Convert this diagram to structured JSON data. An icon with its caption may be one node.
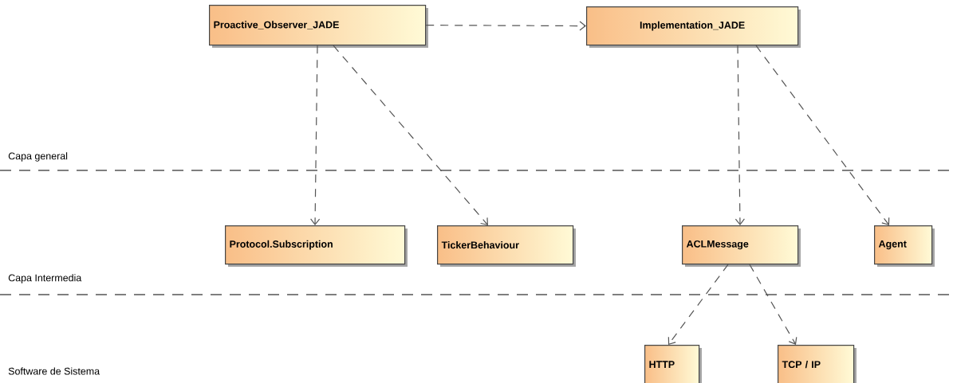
{
  "diagram": {
    "nodes": [
      {
        "text": [
          "Proactive_Observer_JADE"
        ]
      },
      {
        "text": [
          "Implementation_JADE"
        ]
      },
      {
        "text": [
          "Protocol.Subscription"
        ]
      },
      {
        "text": [
          "TickerBehaviour"
        ]
      },
      {
        "text": [
          "ACLMessage"
        ]
      },
      {
        "text": [
          "Agent"
        ]
      },
      {
        "text": [
          "HTTP"
        ]
      },
      {
        "text": [
          "TCP / IP"
        ]
      }
    ],
    "edges": [
      {
        "from": 0,
        "to": 1,
        "arrow": "to"
      },
      {
        "from": 0,
        "to": 2,
        "arrow": "to"
      },
      {
        "from": 0,
        "to": 3,
        "arrow": "to"
      },
      {
        "from": 1,
        "to": 4,
        "arrow": "to"
      },
      {
        "from": 1,
        "to": 5,
        "arrow": "to"
      },
      {
        "from": 4,
        "to": 6,
        "arrow": "to"
      },
      {
        "from": 4,
        "to": 7,
        "arrow": "to"
      }
    ],
    "labels": [
      "Capa general",
      "Capa Intermedia",
      "Software de Sistema"
    ]
  }
}
